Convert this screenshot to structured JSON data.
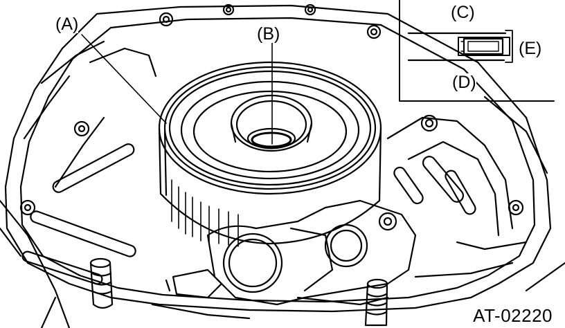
{
  "figure": {
    "labels": {
      "a": "(A)",
      "b": "(B)",
      "c": "(C)",
      "d": "(D)",
      "e": "(E)"
    },
    "code": "AT-02220"
  }
}
